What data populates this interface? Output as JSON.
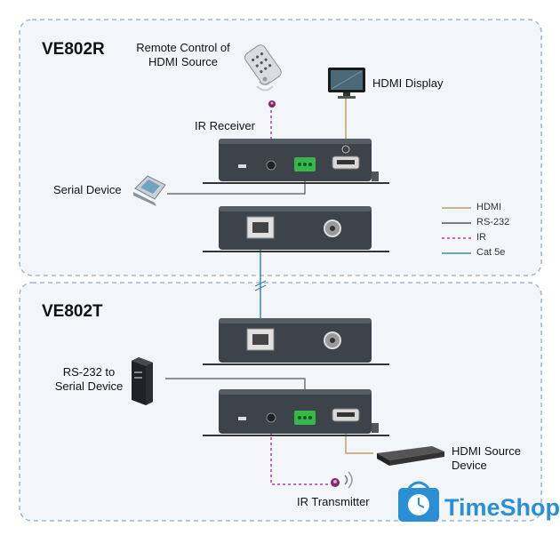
{
  "receiver": {
    "title": "VE802R",
    "remote_label": "Remote Control of\nHDMI Source",
    "display_label": "HDMI Display",
    "ir_receiver_label": "IR Receiver",
    "serial_label": "Serial Device"
  },
  "transmitter": {
    "title": "VE802T",
    "rs232_label": "RS-232 to\nSerial Device",
    "source_label": "HDMI Source\nDevice",
    "ir_transmitter_label": "IR Transmitter"
  },
  "legend": [
    {
      "label": "HDMI",
      "color": "#b9a06a",
      "dashed": false
    },
    {
      "label": "RS-232",
      "color": "#555555",
      "dashed": false
    },
    {
      "label": "IR",
      "color": "#c0389a",
      "dashed": true
    },
    {
      "label": "Cat 5e",
      "color": "#3f86a6",
      "dashed": false
    }
  ],
  "watermark": {
    "text": "TimeShop",
    "accent": "#2a8fd4"
  }
}
